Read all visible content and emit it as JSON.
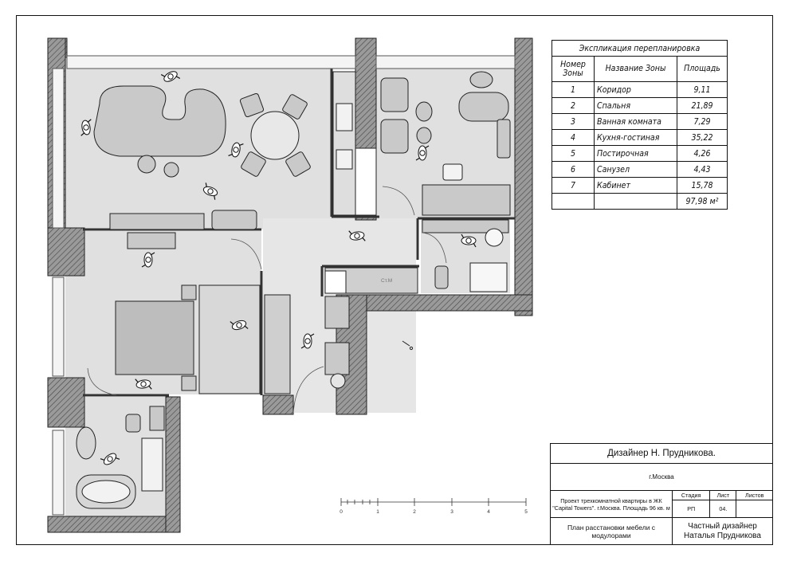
{
  "explication": {
    "title": "Экспликация перепланировка",
    "headers": {
      "num": "Номер Зоны",
      "name": "Название Зоны",
      "area": "Площадь"
    },
    "rows": [
      {
        "num": "1",
        "name": "Коридор",
        "area": "9,11"
      },
      {
        "num": "2",
        "name": "Спальня",
        "area": "21,89"
      },
      {
        "num": "3",
        "name": "Ванная комната",
        "area": "7,29"
      },
      {
        "num": "4",
        "name": "Кухня-гостиная",
        "area": "35,22"
      },
      {
        "num": "5",
        "name": "Постирочная",
        "area": "4,26"
      },
      {
        "num": "6",
        "name": "Санузел",
        "area": "4,43"
      },
      {
        "num": "7",
        "name": "Кабинет",
        "area": "15,78"
      }
    ],
    "total": "97,98 м²"
  },
  "plan": {
    "closet_label": "Ст.М",
    "scale_ticks": [
      "0",
      "1",
      "2",
      "3",
      "4",
      "5"
    ]
  },
  "title_block": {
    "designer": "Дизайнер Н. Прудникова.",
    "city": "г.Москва",
    "project": "Проект трехкомнатной квартиры в ЖК \"Capital Towers\". г.Москва. Площадь 96 кв. м",
    "stage_label": "Стадия",
    "sheet_label": "Лист",
    "sheets_label": "Листов",
    "stage": "РП",
    "sheet": "04.",
    "sheets": "",
    "drawing_title": "План расстановки мебели с модулорами",
    "company": "Частный дизайнер Наталья Прудникова"
  },
  "colors": {
    "wall": "#8a8a8a",
    "floor": "#e0e0e0",
    "furniture": "#c9c9c9",
    "line": "#222222"
  }
}
